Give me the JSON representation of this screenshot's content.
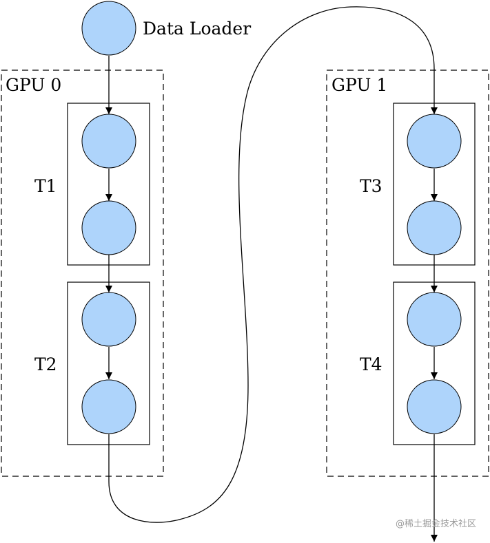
{
  "colors": {
    "node_fill": "#aed4fb",
    "stroke": "#000000",
    "watermark": "#9a9a9a"
  },
  "labels": {
    "data_loader": "Data Loader",
    "gpu0": "GPU 0",
    "gpu1": "GPU 1",
    "t1": "T1",
    "t2": "T2",
    "t3": "T3",
    "t4": "T4"
  },
  "watermark": "@稀土掘金技术社区"
}
